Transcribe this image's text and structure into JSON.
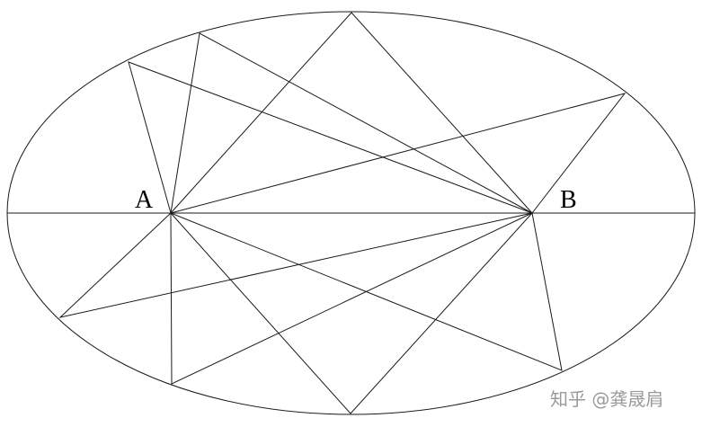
{
  "labels": {
    "focus_a": "A",
    "focus_b": "B"
  },
  "watermark": "知乎 @龚晟肩",
  "colors": {
    "stroke": "#1a1a1a",
    "label": "#000000",
    "watermark": "#9a9a9a"
  }
}
